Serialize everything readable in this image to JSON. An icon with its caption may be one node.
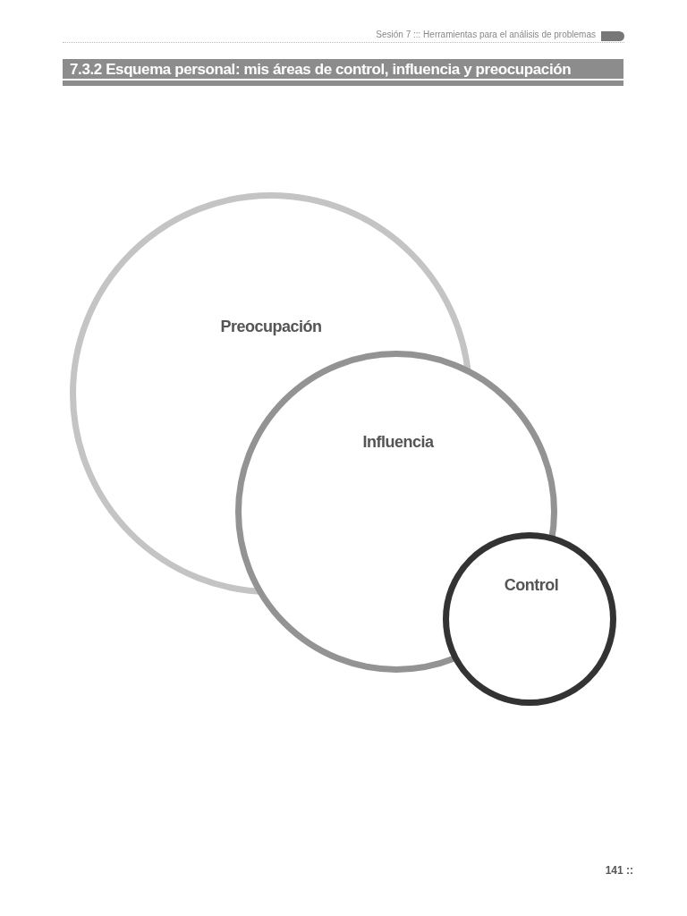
{
  "diagram": {
    "title": "7.3.2 Esquema personal: mis áreas de control, influencia y preocupación",
    "nodes": [
      {
        "text": [
          "Preocupación"
        ]
      },
      {
        "text": [
          "Influencia"
        ]
      },
      {
        "text": [
          "Control"
        ]
      }
    ],
    "labels": [
      "Sesión 7 ::: Herramientas para el análisis de problemas",
      "141 ::"
    ]
  }
}
